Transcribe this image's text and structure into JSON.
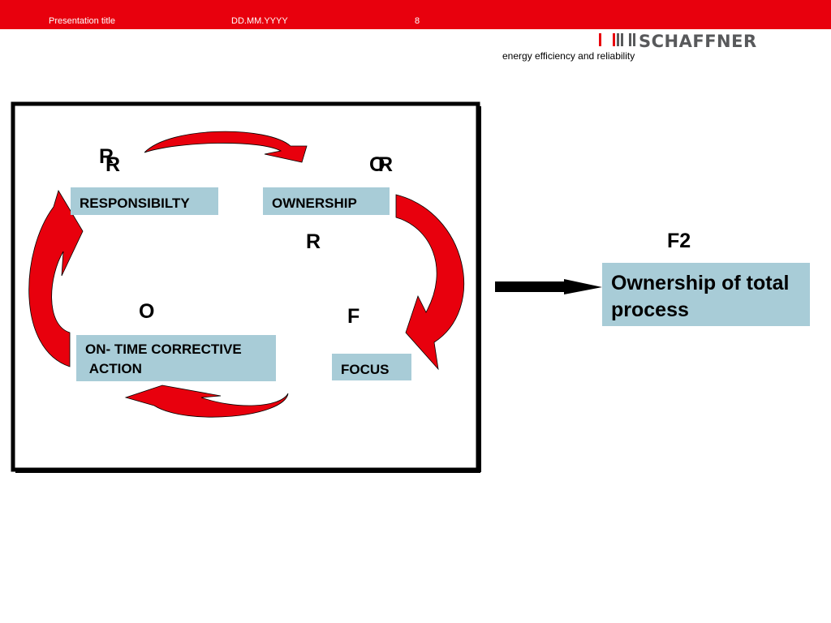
{
  "header": {
    "presentation_title": "Presentation title",
    "date": "DD.MM.YYYY",
    "page_number": "8"
  },
  "brand": {
    "logo_text": "SCHAFFNER",
    "tagline": "energy efficiency and reliability",
    "accent_color": "#e8000d",
    "logo_color": "#58595b"
  },
  "diagram": {
    "letters": {
      "r_top_back": "R",
      "r_top_front": "R",
      "or_o": "O",
      "or_r": "R",
      "r_mid": "R",
      "o_left": "O",
      "f_mid": "F",
      "f2": "F2"
    },
    "boxes": {
      "responsibility": "RESPONSIBILTY",
      "ownership": "OWNERSHIP",
      "corrective": "ON- TIME CORRECTIVE\n ACTION",
      "focus": "FOCUS"
    },
    "result": "Ownership of total process",
    "box_color": "#a8ccd7",
    "arrow_color": "#e8000d"
  }
}
